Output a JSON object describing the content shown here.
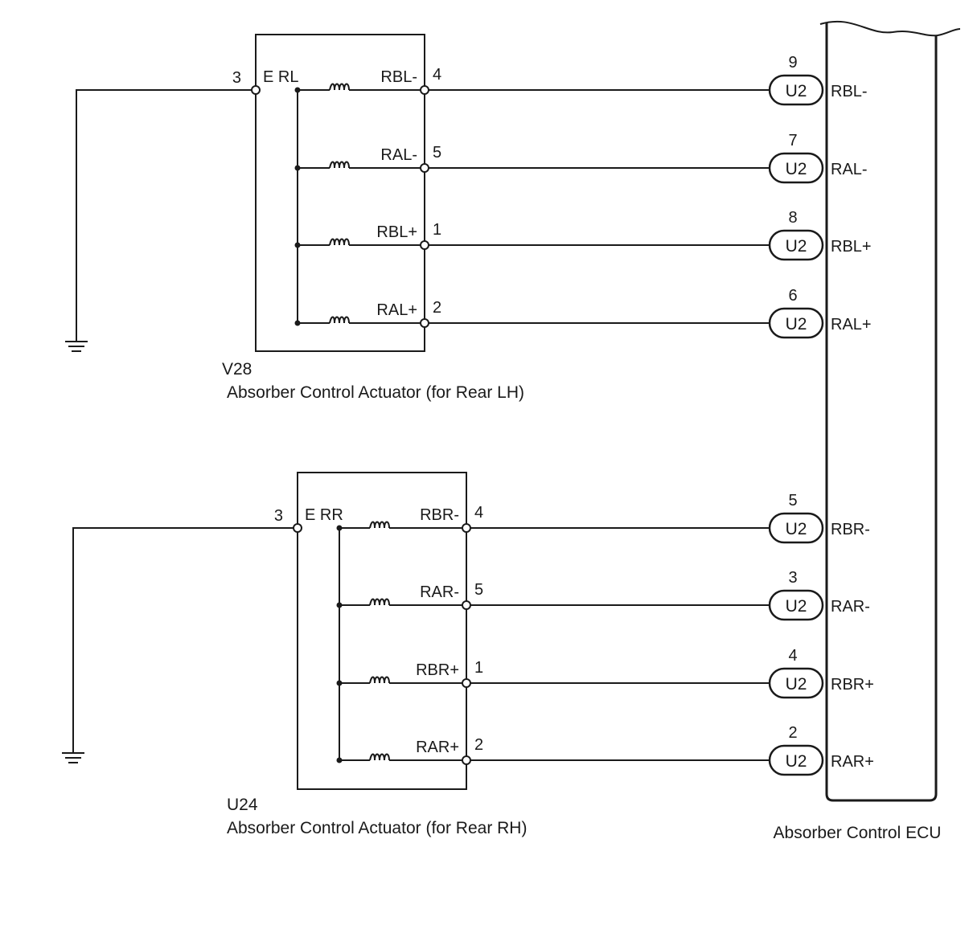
{
  "actuators": [
    {
      "code": "V28",
      "name": "Absorber Control Actuator (for Rear LH)",
      "ground_pin": "3",
      "ground_label": "E RL",
      "signals": [
        {
          "label": "RBL-",
          "pin": "4",
          "ecu_pin": "9",
          "ecu_label": "RBL-",
          "connector": "U2"
        },
        {
          "label": "RAL-",
          "pin": "5",
          "ecu_pin": "7",
          "ecu_label": "RAL-",
          "connector": "U2"
        },
        {
          "label": "RBL+",
          "pin": "1",
          "ecu_pin": "8",
          "ecu_label": "RBL+",
          "connector": "U2"
        },
        {
          "label": "RAL+",
          "pin": "2",
          "ecu_pin": "6",
          "ecu_label": "RAL+",
          "connector": "U2"
        }
      ]
    },
    {
      "code": "U24",
      "name": "Absorber Control Actuator (for Rear RH)",
      "ground_pin": "3",
      "ground_label": "E RR",
      "signals": [
        {
          "label": "RBR-",
          "pin": "4",
          "ecu_pin": "5",
          "ecu_label": "RBR-",
          "connector": "U2"
        },
        {
          "label": "RAR-",
          "pin": "5",
          "ecu_pin": "3",
          "ecu_label": "RAR-",
          "connector": "U2"
        },
        {
          "label": "RBR+",
          "pin": "1",
          "ecu_pin": "4",
          "ecu_label": "RBR+",
          "connector": "U2"
        },
        {
          "label": "RAR+",
          "pin": "2",
          "ecu_pin": "2",
          "ecu_label": "RAR+",
          "connector": "U2"
        }
      ]
    }
  ],
  "ecu": {
    "name": "Absorber Control ECU"
  }
}
